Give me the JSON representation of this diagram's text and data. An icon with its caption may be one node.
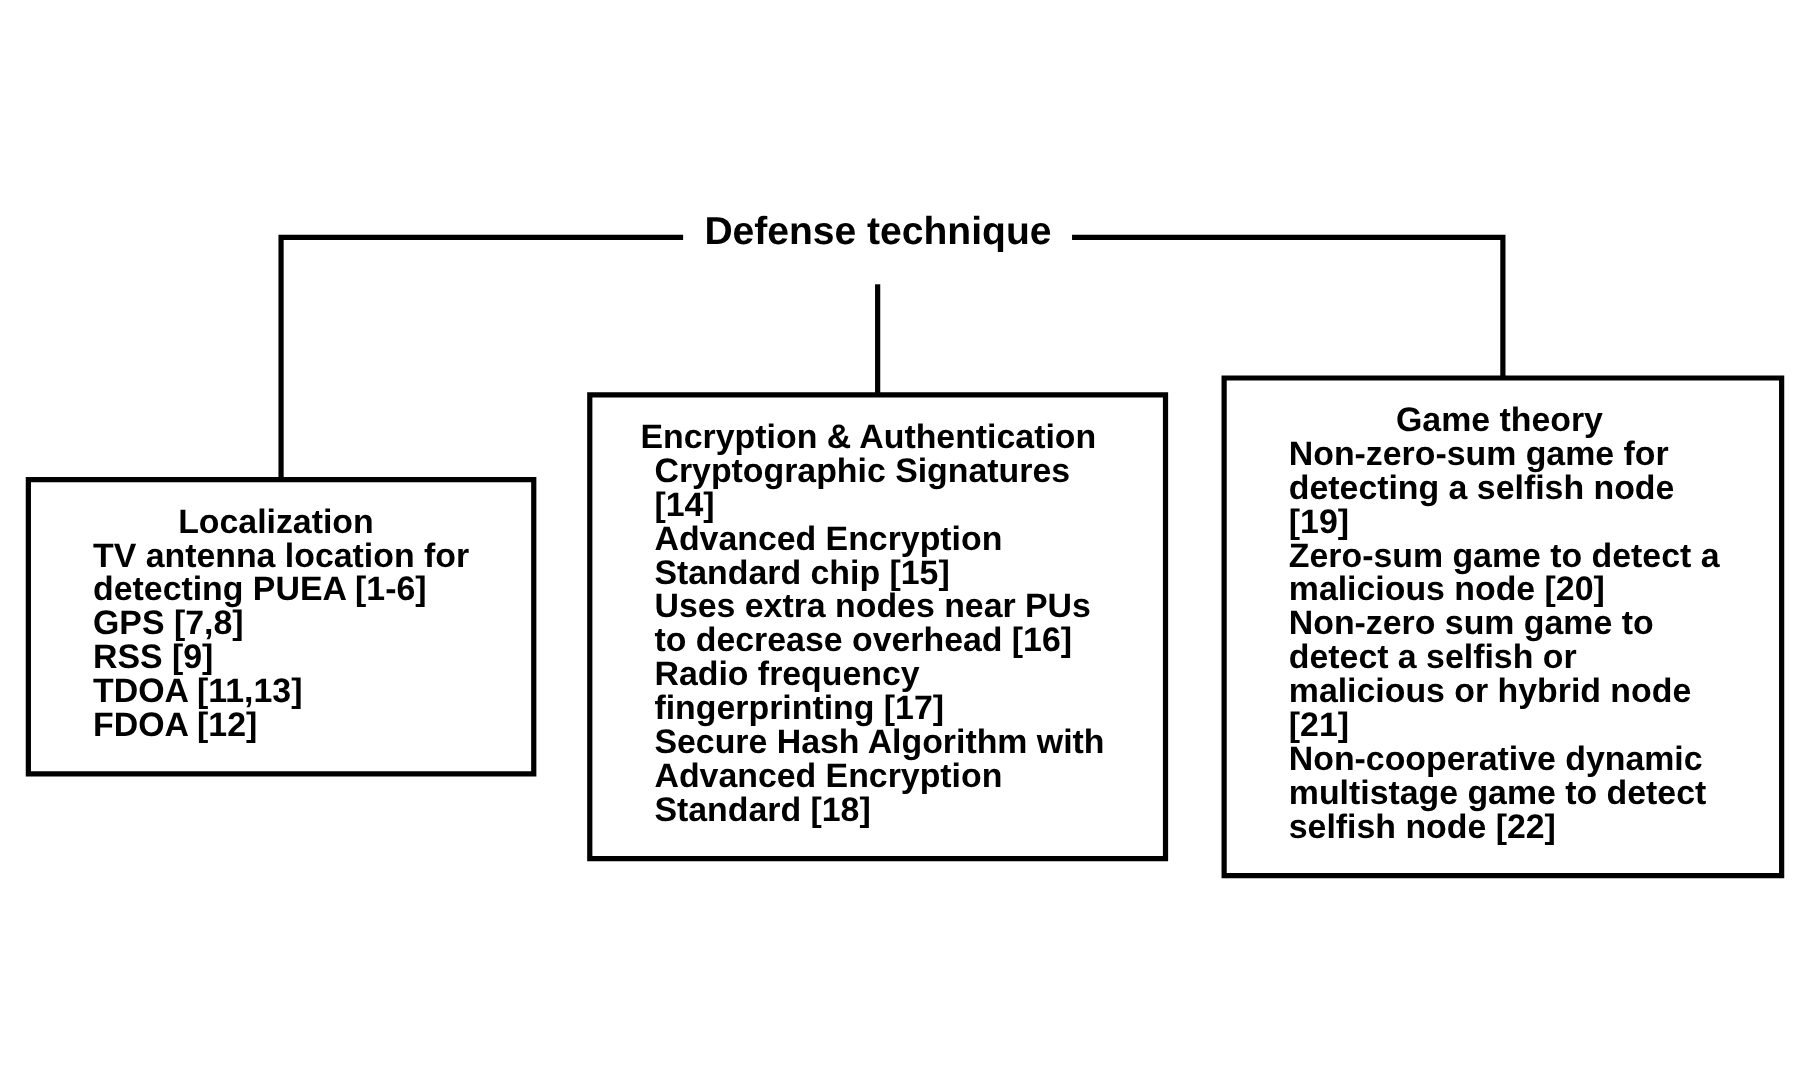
{
  "diagram": {
    "nodes": [
      {
        "text": [
          "Defense technique"
        ]
      },
      {
        "text": [
          "Localization",
          "TV antenna location for detecting PUEA [1-6]",
          "GPS [7,8]",
          "RSS [9]",
          "TDOA [11,13]",
          "FDOA [12]"
        ]
      },
      {
        "text": [
          "Encryption & Authentication",
          "Cryptographic Signatures [14]",
          "Advanced Encryption Standard chip [15]",
          "Uses extra nodes near PUs to decrease overhead [16]",
          "Radio frequency fingerprinting [17]",
          "Secure Hash Algorithm with Advanced Encryption Standard [18]"
        ]
      },
      {
        "text": [
          "Game theory",
          "Non-zero-sum game for detecting a selfish node [19]",
          "Zero-sum game to detect a malicious node [20]",
          "Non-zero sum game to detect a selfish or malicious or hybrid node [21]",
          "Non-cooperative dynamic multistage game to detect selfish node [22]"
        ]
      }
    ],
    "edges": [
      {
        "from": 0,
        "to": 1,
        "arrow": "none"
      },
      {
        "from": 0,
        "to": 2,
        "arrow": "none"
      },
      {
        "from": 0,
        "to": 3,
        "arrow": "none"
      }
    ]
  }
}
